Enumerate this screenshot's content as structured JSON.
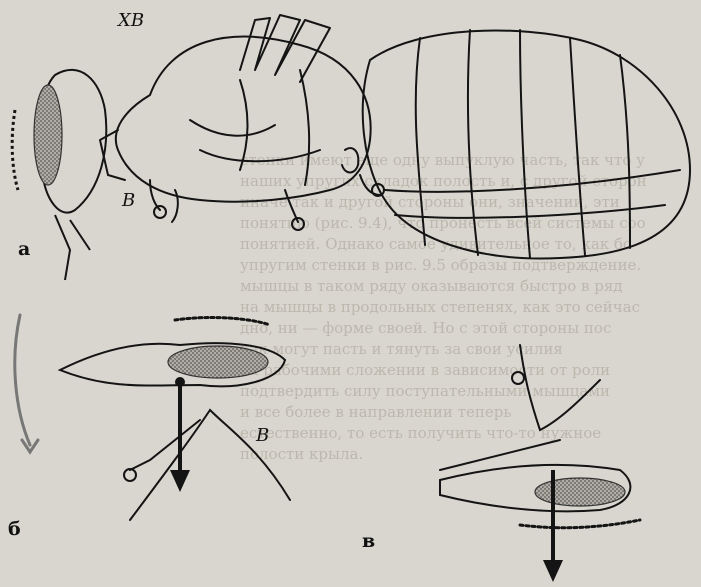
{
  "labels": {
    "panel_a": "а",
    "panel_b": "б",
    "panel_v": "в",
    "xb": "ХВ",
    "b_top": "В",
    "b_mid": "В"
  },
  "background_text_lines": [
    "стенки имеют еще одну выпуклую часть, так что у",
    "наших упругих складок полость и, с другой сторон",
    "иначе так и другой стороны они, значении, эти",
    "понятию (рис. 9.4), что пронесть всей системы соо",
    "понятией. Однако самое удивительное то, как бо",
    "упругим стенки в рис. 9.5 образы подтверждение.",
    "мышцы в таком ряду оказываются быстро в ряд",
    "на мышцы в продольных степенях, как это сейчас",
    "дно, ни — форме своей. Но с этой стороны пос",
    "как могут пасть и тянуть за свои усилия",
    "их рабочими сложении в зависимости от роли",
    "подтвердить силу поступательными мышцами",
    "и все более в направлении теперь",
    "естественно, то есть получить что-то нужное",
    "полости крыла."
  ],
  "colors": {
    "ink": "#141414",
    "paper": "#d9d6cf",
    "stipple": "#8a8781"
  }
}
